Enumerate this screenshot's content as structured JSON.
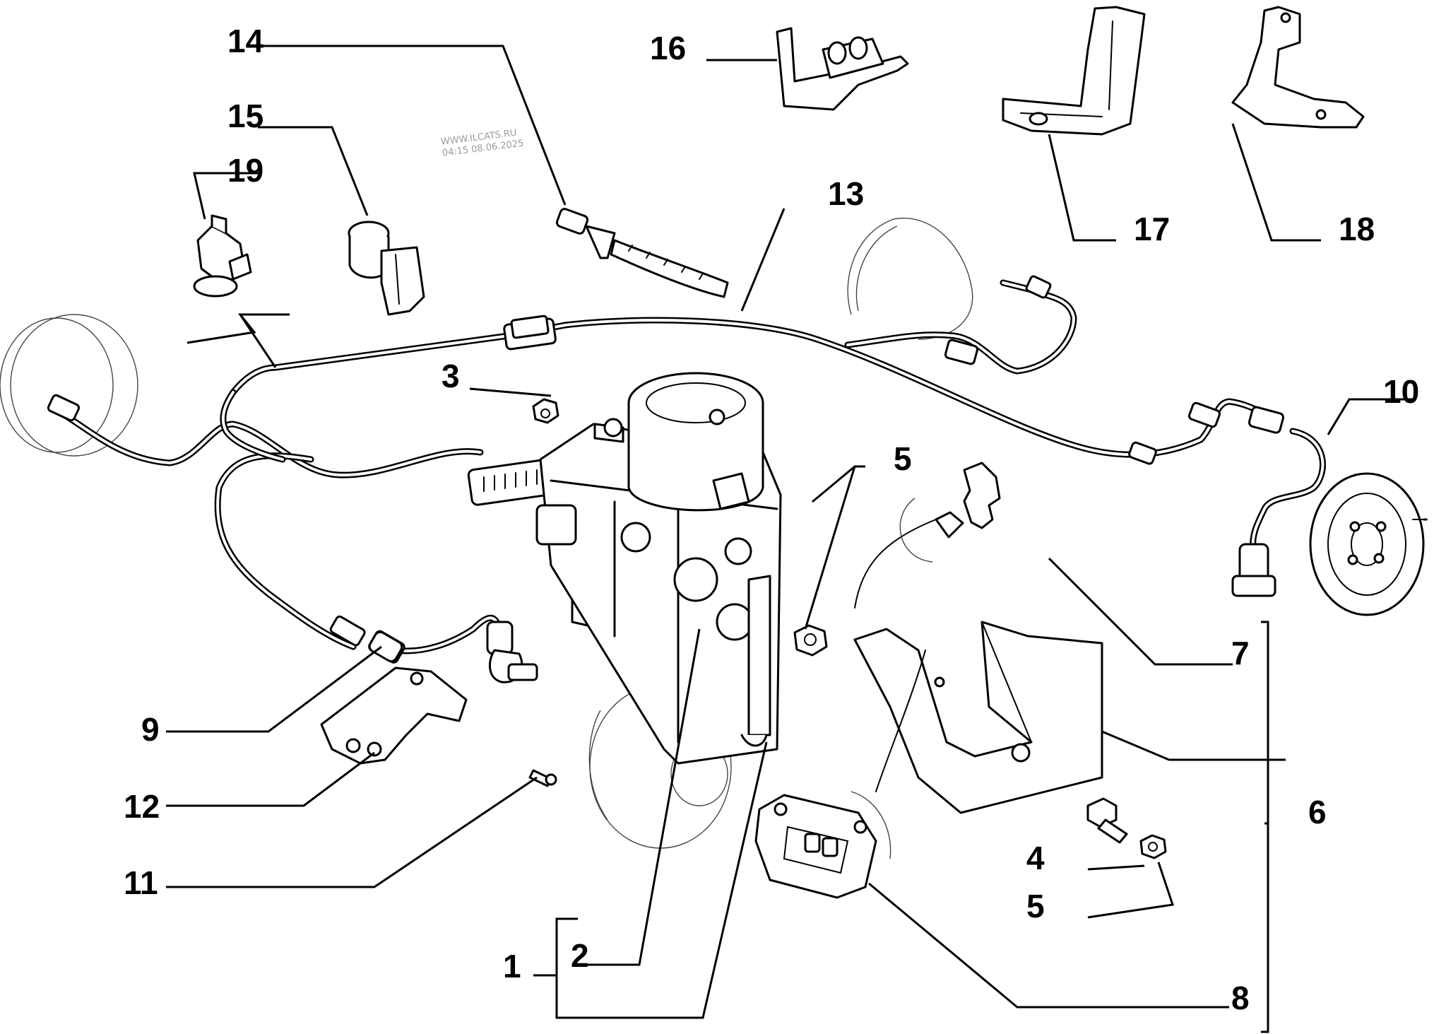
{
  "watermark": {
    "line1": "WWW.ILCATS.RU",
    "line2": "04:15 08.06.2025"
  },
  "callouts": {
    "c1": "1",
    "c2": "2",
    "c3": "3",
    "c4": "4",
    "c5a": "5",
    "c5b": "5",
    "c6": "6",
    "c7": "7",
    "c8": "8",
    "c9": "9",
    "c10": "10",
    "c11": "11",
    "c12": "12",
    "c13": "13",
    "c14": "14",
    "c15": "15",
    "c16": "16",
    "c17": "17",
    "c18": "18",
    "c19": "19"
  }
}
